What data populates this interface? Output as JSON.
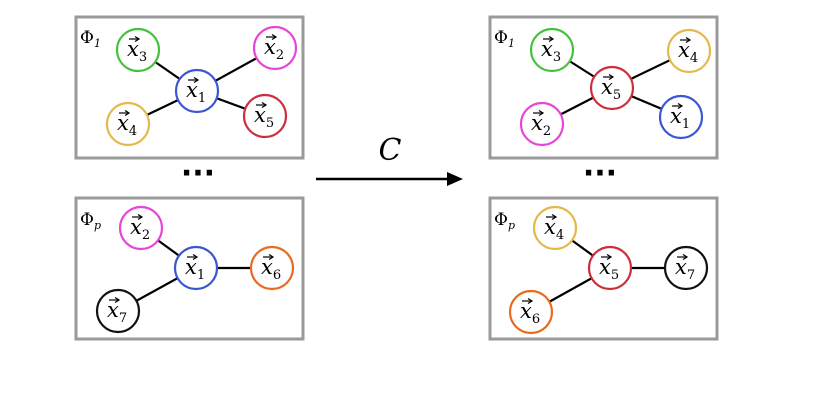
{
  "operator": {
    "label": "C"
  },
  "ellipsis": "···",
  "colors": {
    "green": "#44c23c",
    "magenta": "#e845d8",
    "blue": "#3b56d4",
    "red": "#cc2f3c",
    "gold": "#e6b84a",
    "orange": "#e86a1e",
    "black": "#111111",
    "frame": "#9a9a9a"
  },
  "panels": [
    {
      "id": "left-top",
      "phi": {
        "base": "Φ",
        "sub": "1"
      },
      "nodes": [
        {
          "id": "a",
          "var": "x",
          "sub": "3",
          "color": "green"
        },
        {
          "id": "b",
          "var": "x",
          "sub": "2",
          "color": "magenta"
        },
        {
          "id": "c",
          "var": "x",
          "sub": "1",
          "color": "blue"
        },
        {
          "id": "d",
          "var": "x",
          "sub": "4",
          "color": "gold"
        },
        {
          "id": "e",
          "var": "x",
          "sub": "5",
          "color": "red"
        }
      ],
      "edges": [
        [
          "a",
          "c"
        ],
        [
          "b",
          "c"
        ],
        [
          "d",
          "c"
        ],
        [
          "e",
          "c"
        ]
      ]
    },
    {
      "id": "left-bottom",
      "phi": {
        "base": "Φ",
        "sub": "p"
      },
      "nodes": [
        {
          "id": "a",
          "var": "x",
          "sub": "2",
          "color": "magenta"
        },
        {
          "id": "c",
          "var": "x",
          "sub": "1",
          "color": "blue"
        },
        {
          "id": "f",
          "var": "x",
          "sub": "6",
          "color": "orange"
        },
        {
          "id": "g",
          "var": "x",
          "sub": "7",
          "color": "black"
        }
      ],
      "edges": [
        [
          "a",
          "c"
        ],
        [
          "c",
          "f"
        ],
        [
          "g",
          "c"
        ]
      ]
    },
    {
      "id": "right-top",
      "phi": {
        "base": "Φ",
        "sub": "1"
      },
      "nodes": [
        {
          "id": "a",
          "var": "x",
          "sub": "3",
          "color": "green"
        },
        {
          "id": "b",
          "var": "x",
          "sub": "4",
          "color": "gold"
        },
        {
          "id": "c",
          "var": "x",
          "sub": "5",
          "color": "red"
        },
        {
          "id": "d",
          "var": "x",
          "sub": "2",
          "color": "magenta"
        },
        {
          "id": "e",
          "var": "x",
          "sub": "1",
          "color": "blue"
        }
      ],
      "edges": [
        [
          "a",
          "c"
        ],
        [
          "b",
          "c"
        ],
        [
          "d",
          "c"
        ],
        [
          "e",
          "c"
        ]
      ]
    },
    {
      "id": "right-bottom",
      "phi": {
        "base": "Φ",
        "sub": "p"
      },
      "nodes": [
        {
          "id": "a",
          "var": "x",
          "sub": "4",
          "color": "gold"
        },
        {
          "id": "c",
          "var": "x",
          "sub": "5",
          "color": "red"
        },
        {
          "id": "f",
          "var": "x",
          "sub": "7",
          "color": "black"
        },
        {
          "id": "g",
          "var": "x",
          "sub": "6",
          "color": "orange"
        }
      ],
      "edges": [
        [
          "a",
          "c"
        ],
        [
          "c",
          "f"
        ],
        [
          "g",
          "c"
        ]
      ]
    }
  ]
}
